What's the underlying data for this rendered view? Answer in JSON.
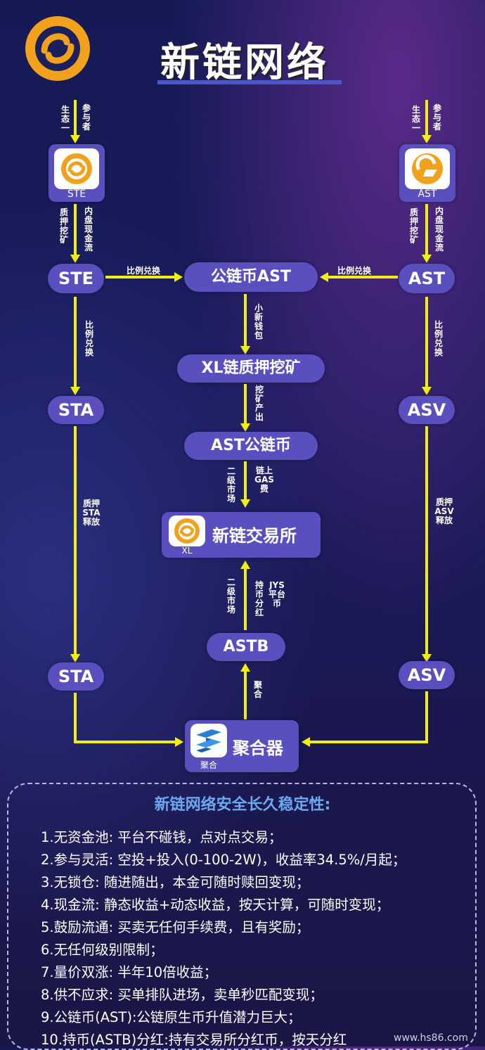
{
  "header": {
    "title": "新链网络"
  },
  "apps": {
    "ste": {
      "label": "STE"
    },
    "ast": {
      "label": "AST"
    },
    "xl": {
      "label": "XL",
      "name": "新链交易所"
    },
    "juhe": {
      "label": "聚合",
      "name": "聚合器"
    }
  },
  "nodes": {
    "ste": "STE",
    "ast_right": "AST",
    "gonglian_ast": "公链币AST",
    "xl_mining": "XL链质押挖矿",
    "ast_coin": "AST公链币",
    "sta_top": "STA",
    "asv_top": "ASV",
    "astb": "ASTB",
    "sta_bottom": "STA",
    "asv_bottom": "ASV"
  },
  "edges": {
    "left_top_a": "生态一",
    "left_top_b": "参与者",
    "right_top_a": "生态一",
    "right_top_b": "参与者",
    "left_mid_a": "质押挖矿",
    "left_mid_b": "内盘现金流",
    "right_mid_a": "质押挖矿",
    "right_mid_b": "内盘现金流",
    "ste_to_ast": "比例兑换",
    "ast_to_ast": "比例兑换",
    "ste_to_sta": "比例兑换",
    "ast_to_asv": "比例兑换",
    "wallet": "小新钱包",
    "mining_out": "挖矿产出",
    "secondary_a": "二级市场",
    "gas_fee": "链上GAS费",
    "sta_release": "质押STA释放",
    "asv_release": "质押ASV释放",
    "secondary_b": "二级市场",
    "dividend": "持币分红",
    "jys_coin": "JYS平台币",
    "juhe_edge": "聚合"
  },
  "panel": {
    "title": "新链网络安全长久稳定性:",
    "items": [
      "1.无资金池: 平台不碰钱，点对点交易；",
      "2.参与灵活: 空投+投入(0-100-2W)，收益率34.5%/月起；",
      "3.无锁仓: 随进随出，本金可随时赎回变现；",
      "4.现金流: 静态收益+动态收益，按天计算，可随时变现；",
      "5.鼓励流通: 买卖无任何手续费，且有奖励；",
      "6.无任何级别限制；",
      "7.量价双涨: 半年10倍收益；",
      "8.供不应求: 买单排队进场，卖单秒匹配变现；",
      "9.公链币(AST):公链原生币升值潜力巨大；",
      "10.持币(ASTB)分红:持有交易所分红币，按天分红"
    ]
  },
  "watermark": "www.hs86.com",
  "colors": {
    "pill": "#5a4fbf",
    "arrow": "#f2ef10",
    "logo": "#f2a11c",
    "panel_title": "#6aa8f0"
  }
}
